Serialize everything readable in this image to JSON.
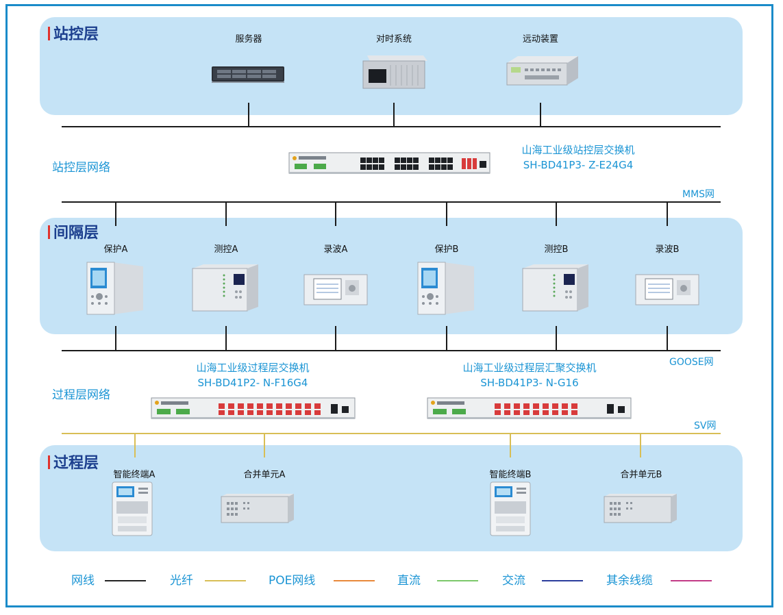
{
  "layers": {
    "station": "站控层",
    "bay": "间隔层",
    "process": "过程层"
  },
  "networks": {
    "station_network": "站控层网络",
    "process_network": "过程层网络",
    "mms": "MMS网",
    "goose": "GOOSE网",
    "sv": "SV网"
  },
  "station_devices": [
    "服务器",
    "对时系统",
    "远动装置"
  ],
  "bay_devices": [
    "保护A",
    "测控A",
    "录波A",
    "保护B",
    "测控B",
    "录波B"
  ],
  "process_devices": [
    "智能终端A",
    "合并单元A",
    "智能终端B",
    "合并单元B"
  ],
  "switches": {
    "station": {
      "name": "山海工业级站控层交换机",
      "model": "SH-BD41P3- Z-E24G4"
    },
    "process": {
      "name": "山海工业级过程层交换机",
      "model": "SH-BD41P2- N-F16G4"
    },
    "aggregate": {
      "name": "山海工业级过程层汇聚交换机",
      "model": "SH-BD41P3- N-G16"
    }
  },
  "legend": [
    {
      "label": "网线",
      "color": "#222222"
    },
    {
      "label": "光纤",
      "color": "#d8be55"
    },
    {
      "label": "POE网线",
      "color": "#e8883a"
    },
    {
      "label": "直流",
      "color": "#7cc86a"
    },
    {
      "label": "交流",
      "color": "#2a3c9c"
    },
    {
      "label": "其余线缆",
      "color": "#c23a86"
    }
  ]
}
